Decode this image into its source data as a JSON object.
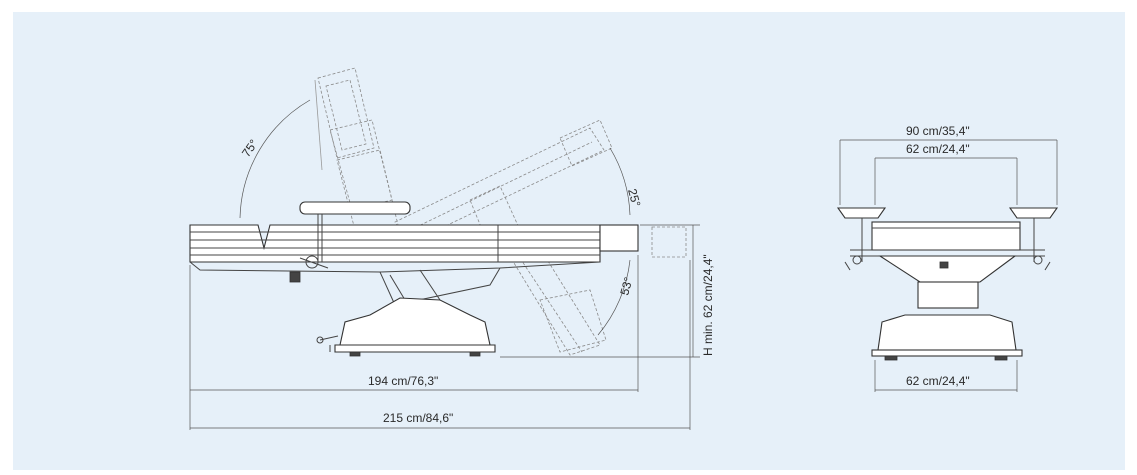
{
  "side_view": {
    "angle_back": "75°",
    "angle_leg_up": "25°",
    "angle_leg_down": "53°",
    "height_min": "H min. 62 cm/24,4\"",
    "length_seat": "194 cm/76,3\"",
    "length_total": "215 cm/84,6\""
  },
  "front_view": {
    "width_total": "90 cm/35,4\"",
    "width_inner": "62 cm/24,4\"",
    "width_base": "62 cm/24,4\""
  },
  "colors": {
    "background": "#e6f0f9",
    "lines": "#444444"
  }
}
